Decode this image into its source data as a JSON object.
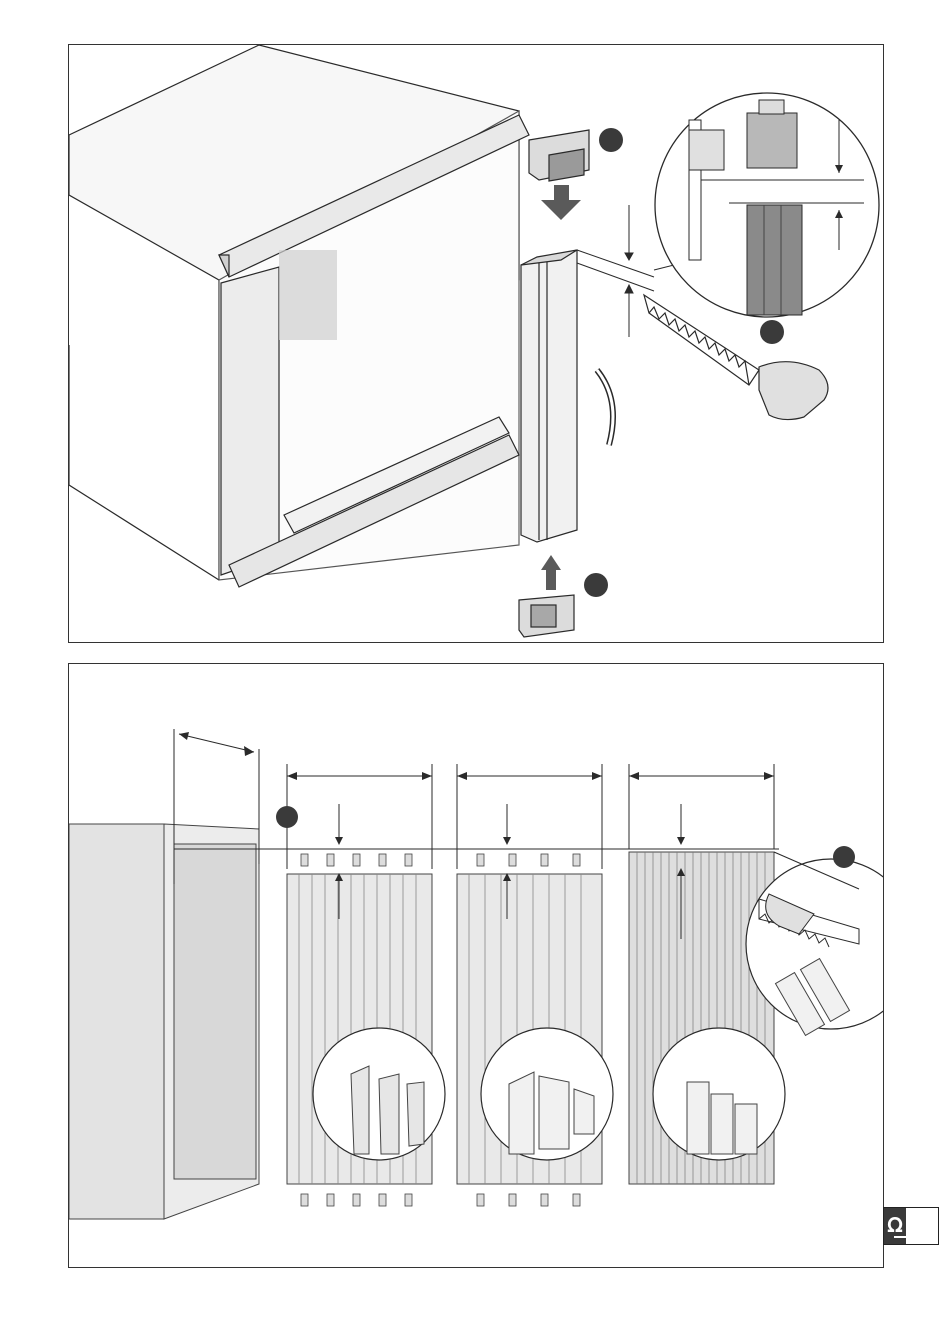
{
  "document": {
    "type": "assembly-instructions",
    "panels": [
      {
        "id": "top-panel",
        "step_markers": 3
      },
      {
        "id": "bottom-panel",
        "step_markers": 2
      }
    ],
    "page_badge": {
      "icon": "paperclip-icon",
      "text": ""
    }
  },
  "colors": {
    "line": "#2a2a2a",
    "panel_fill": "#e3e3e3",
    "dark_fill": "#5a5a5a",
    "marker": "#3a3a3a"
  }
}
